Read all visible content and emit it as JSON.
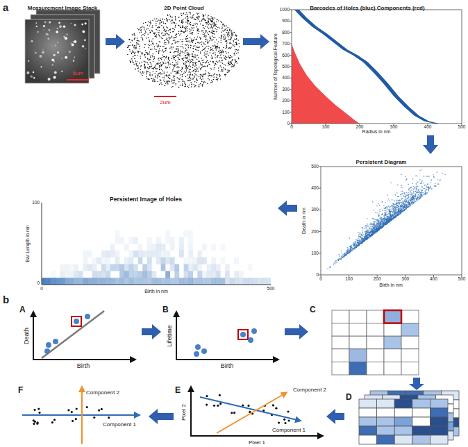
{
  "diagram": {
    "nodes": [
      {
        "text": [
          "Measurement Image Stack"
        ]
      },
      {
        "text": [
          "2D Point Cloud"
        ]
      },
      {
        "text": [
          "Barcodes of Holes (blue) Components (red)"
        ]
      },
      {
        "text": [
          "Persistent Diagram"
        ]
      },
      {
        "text": [
          "Persistent Image of Holes"
        ]
      },
      {
        "text": [
          "A"
        ]
      },
      {
        "text": [
          "B"
        ]
      },
      {
        "text": [
          "C"
        ]
      },
      {
        "text": [
          "D"
        ]
      },
      {
        "text": [
          "E"
        ]
      },
      {
        "text": [
          "F"
        ]
      }
    ],
    "edges": [
      {
        "from": 0,
        "to": 1,
        "arrow": "to"
      },
      {
        "from": 1,
        "to": 2,
        "arrow": "to"
      },
      {
        "from": 2,
        "to": 3,
        "arrow": "to"
      },
      {
        "from": 3,
        "to": 4,
        "arrow": "to"
      },
      {
        "from": 5,
        "to": 6,
        "arrow": "to"
      },
      {
        "from": 6,
        "to": 7,
        "arrow": "to"
      },
      {
        "from": 7,
        "to": 8,
        "arrow": "to"
      },
      {
        "from": 8,
        "to": 9,
        "arrow": "to"
      },
      {
        "from": 9,
        "to": 10,
        "arrow": "to"
      }
    ],
    "labels": [
      "a",
      "5um",
      "2um",
      "1000",
      "900",
      "800",
      "700",
      "600",
      "500",
      "400",
      "300",
      "200",
      "100",
      "0",
      "0",
      "100",
      "200",
      "300",
      "400",
      "500",
      "Number of Topological Feature",
      "Radius in nm",
      "0",
      "100",
      "200",
      "300",
      "400",
      "500",
      "0",
      "100",
      "200",
      "300",
      "400",
      "500",
      "Death in nm",
      "Birth in nm",
      "100",
      "0",
      "Bar Length in nm",
      "0",
      "500",
      "Birth in nm",
      "b",
      "Death",
      "Birth",
      "Lifetime",
      "Birth",
      "Pixel 2",
      "Pixel 1",
      "Component 2",
      "Component 1",
      "Component 2",
      "Component 1"
    ]
  }
}
